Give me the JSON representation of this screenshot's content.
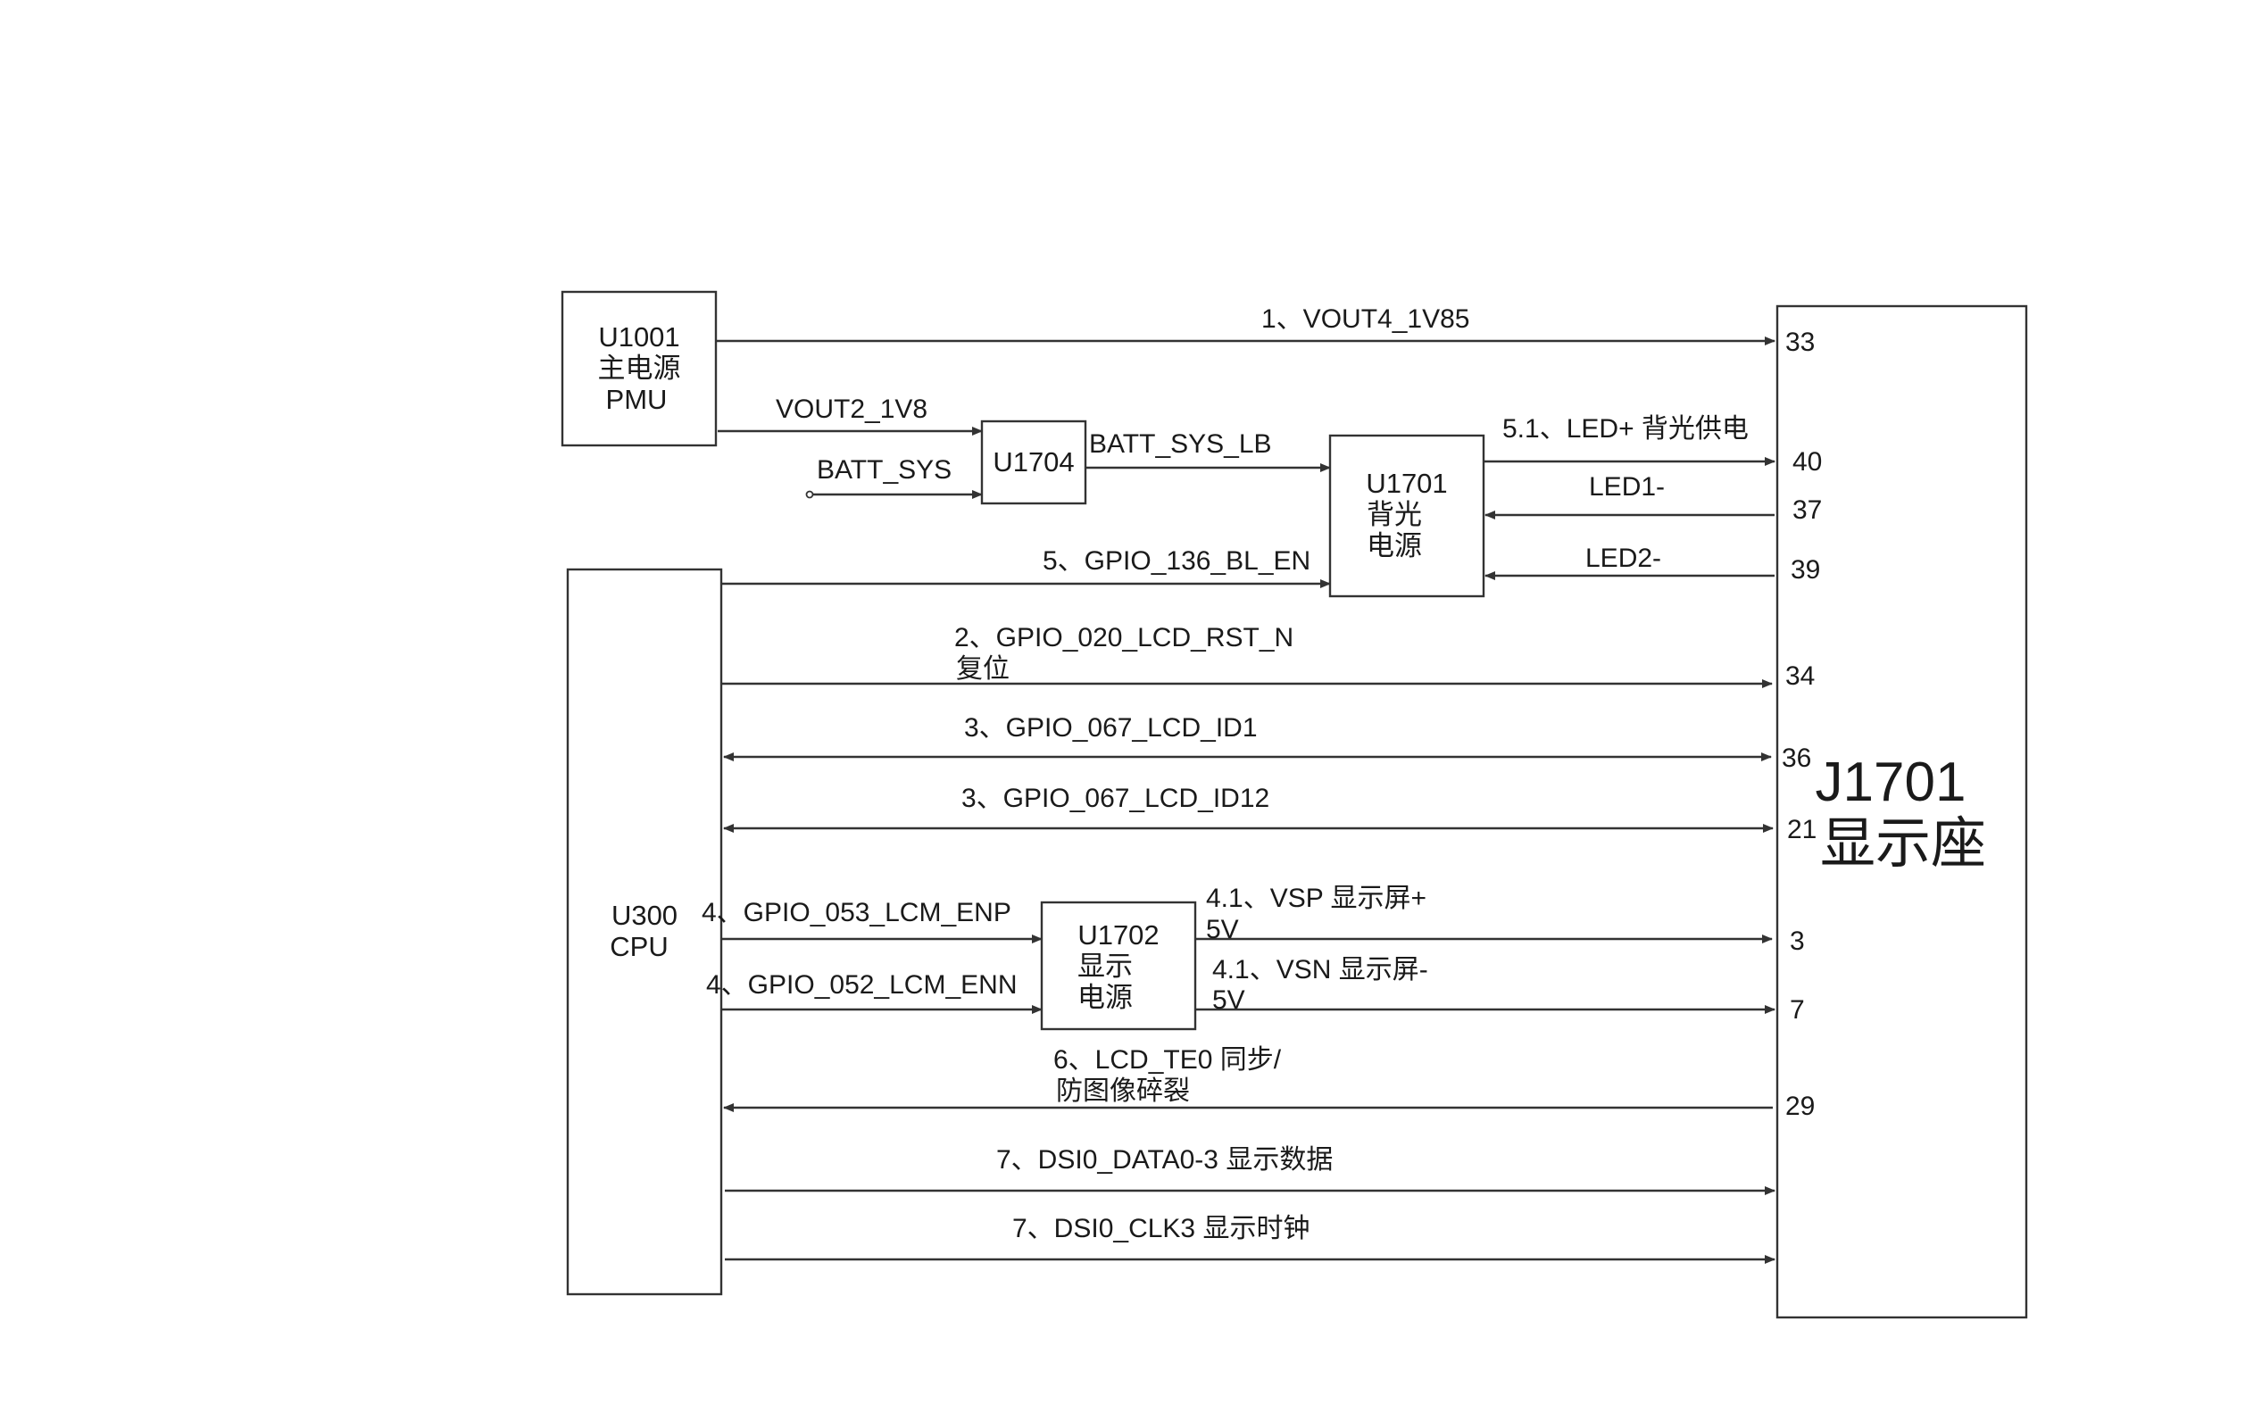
{
  "blocks": {
    "u1001": {
      "id": "U1001",
      "name": "主电源",
      "sub": "PMU"
    },
    "u1704": {
      "id": "U1704"
    },
    "u1701": {
      "id": "U1701",
      "line1": "背光",
      "line2": "电源"
    },
    "u300": {
      "id": "U300",
      "sub": "CPU"
    },
    "u1702": {
      "id": "U1702",
      "line1": "显示",
      "line2": "电源"
    },
    "j1701": {
      "id": "J1701",
      "name": "显示座"
    }
  },
  "signals": {
    "vout4": "1、VOUT4_1V85",
    "vout2": "VOUT2_1V8",
    "batt_sys": "BATT_SYS",
    "batt_sys_lb": "BATT_SYS_LB",
    "led_plus": "5.1、LED+ 背光供电",
    "led1": "LED1-",
    "led2": "LED2-",
    "bl_en": "5、GPIO_136_BL_EN",
    "rst_n": "2、GPIO_020_LCD_RST_N",
    "rst_note": "复位",
    "lcd_id1": "3、GPIO_067_LCD_ID1",
    "lcd_id12": "3、GPIO_067_LCD_ID12",
    "lcm_enp": "4、GPIO_053_LCM_ENP",
    "lcm_enn": "4、GPIO_052_LCM_ENN",
    "vsp_a": "4.1、VSP 显示屏+",
    "vsp_b": "5V",
    "vsn_a": "4.1、VSN 显示屏-",
    "vsn_b": "5V",
    "te0_a": "6、LCD_TE0 同步/",
    "te0_b": "防图像碎裂",
    "dsi_data": "7、DSI0_DATA0-3 显示数据",
    "dsi_clk": "7、DSI0_CLK3 显示时钟"
  },
  "pins": {
    "p33": "33",
    "p40": "40",
    "p37": "37",
    "p39": "39",
    "p34": "34",
    "p36": "36",
    "p21": "21",
    "p3": "3",
    "p7": "7",
    "p29": "29"
  }
}
